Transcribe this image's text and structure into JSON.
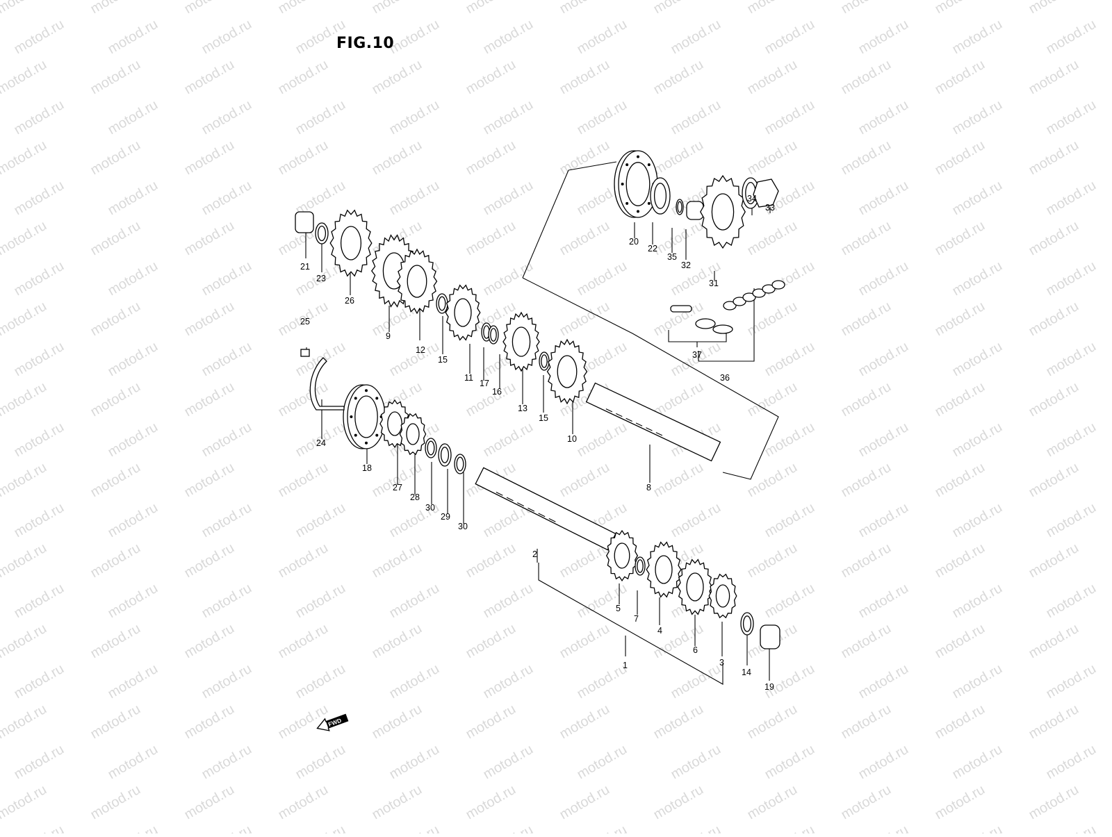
{
  "figure": {
    "title": "FIG.10",
    "watermark": "motod.ru",
    "direction_label": "FWD"
  },
  "callouts": [
    "1",
    "2",
    "3",
    "4",
    "5",
    "6",
    "7",
    "8",
    "9",
    "10",
    "11",
    "12",
    "13",
    "14",
    "15",
    "15",
    "16",
    "17",
    "18",
    "19",
    "20",
    "21",
    "22",
    "23",
    "24",
    "25",
    "26",
    "27",
    "28",
    "29",
    "30",
    "30",
    "31",
    "32",
    "33",
    "34",
    "35",
    "36",
    "37"
  ],
  "colors": {
    "ink": "#000000",
    "watermark": "#d9d9d9",
    "paper": "#ffffff"
  }
}
